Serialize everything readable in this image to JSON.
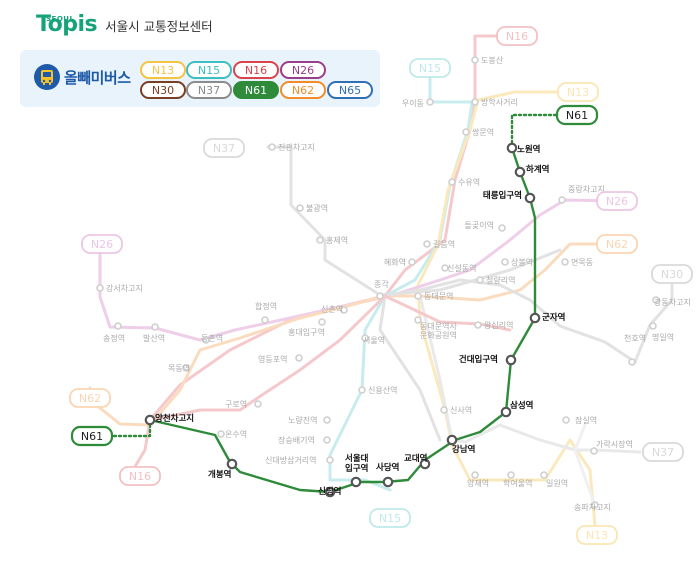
{
  "header": {
    "logo_sub": "SEOUL",
    "logo": "Topis",
    "title": "서울시 교통정보센터"
  },
  "legend": {
    "title": "올빼미버스",
    "routes": [
      {
        "label": "N13",
        "color": "#f5c342",
        "active": false
      },
      {
        "label": "N15",
        "color": "#3cbfc2",
        "active": false
      },
      {
        "label": "N16",
        "color": "#d9434b",
        "active": false
      },
      {
        "label": "N26",
        "color": "#9b3d8d",
        "active": false
      },
      {
        "label": "N30",
        "color": "#7a3e24",
        "active": false
      },
      {
        "label": "N37",
        "color": "#8c8c8c",
        "active": false
      },
      {
        "label": "N61",
        "color": "#2e8b3a",
        "active": true
      },
      {
        "label": "N62",
        "color": "#f28c28",
        "active": false
      },
      {
        "label": "N65",
        "color": "#2f6fb6",
        "active": false
      }
    ]
  },
  "colors": {
    "active_route": "#2e8b3a",
    "faded_route": "#dddddd"
  },
  "map": {
    "route_tags": [
      {
        "label": "N16",
        "color": "#f4c0c3",
        "active": false
      },
      {
        "label": "N15",
        "color": "#bfe9ea",
        "active": false
      },
      {
        "label": "N13",
        "color": "#fbe6b3",
        "active": false
      },
      {
        "label": "N61",
        "color": "#2e8b3a",
        "active": true
      },
      {
        "label": "N37",
        "color": "#d9d9d9",
        "active": false
      },
      {
        "label": "N26",
        "color": "#ecc6e4",
        "active": false
      },
      {
        "label": "N26",
        "color": "#ecc6e4",
        "active": false
      },
      {
        "label": "N62",
        "color": "#fbd5b3",
        "active": false
      },
      {
        "label": "N30",
        "color": "#d9d9d9",
        "active": false
      },
      {
        "label": "N62",
        "color": "#fbd5b3",
        "active": false
      },
      {
        "label": "N61",
        "color": "#2e8b3a",
        "active": true
      },
      {
        "label": "N16",
        "color": "#f4c0c3",
        "active": false
      },
      {
        "label": "N37",
        "color": "#d9d9d9",
        "active": false
      },
      {
        "label": "N15",
        "color": "#bfe9ea",
        "active": false
      },
      {
        "label": "N13",
        "color": "#fbe6b3",
        "active": false
      }
    ],
    "active_stops": [
      {
        "label": "노원역"
      },
      {
        "label": "하계역"
      },
      {
        "label": "태릉입구역"
      },
      {
        "label": "군자역"
      },
      {
        "label": "건대입구역"
      },
      {
        "label": "삼성역"
      },
      {
        "label": "강남역"
      },
      {
        "label": "교대역"
      },
      {
        "label": "사당역"
      },
      {
        "label": "서울대\n입구역"
      },
      {
        "label": "신림역"
      },
      {
        "label": "개봉역"
      },
      {
        "label": "양천차고지"
      }
    ],
    "other_stops": [
      {
        "label": "도봉산"
      },
      {
        "label": "우이동"
      },
      {
        "label": "방학사거리"
      },
      {
        "label": "쌍문역"
      },
      {
        "label": "진관차고지"
      },
      {
        "label": "불광역"
      },
      {
        "label": "홍제역"
      },
      {
        "label": "수유역"
      },
      {
        "label": "중랑차고지"
      },
      {
        "label": "돌곶이역"
      },
      {
        "label": "길음역"
      },
      {
        "label": "혜화역"
      },
      {
        "label": "상봉역"
      },
      {
        "label": "신설동역"
      },
      {
        "label": "면목동"
      },
      {
        "label": "청량리역"
      },
      {
        "label": "강서차고지"
      },
      {
        "label": "종각"
      },
      {
        "label": "동대문역"
      },
      {
        "label": "강동차고지"
      },
      {
        "label": "명일역"
      },
      {
        "label": "송정역"
      },
      {
        "label": "발산역"
      },
      {
        "label": "합정역"
      },
      {
        "label": "등촌역"
      },
      {
        "label": "홍대입구역"
      },
      {
        "label": "신촌역"
      },
      {
        "label": "동대문역사\n문화공원역"
      },
      {
        "label": "왕십리역"
      },
      {
        "label": "서울역"
      },
      {
        "label": "천호역"
      },
      {
        "label": "목동역"
      },
      {
        "label": "영등포역"
      },
      {
        "label": "신용산역"
      },
      {
        "label": "구로역"
      },
      {
        "label": "신사역"
      },
      {
        "label": "노량진역"
      },
      {
        "label": "잠실역"
      },
      {
        "label": "온수역"
      },
      {
        "label": "장승배기역"
      },
      {
        "label": "가락시장역"
      },
      {
        "label": "신대방삼거리역"
      },
      {
        "label": "양재역"
      },
      {
        "label": "학여울역"
      },
      {
        "label": "일원역"
      },
      {
        "label": "송파차고지"
      }
    ]
  }
}
